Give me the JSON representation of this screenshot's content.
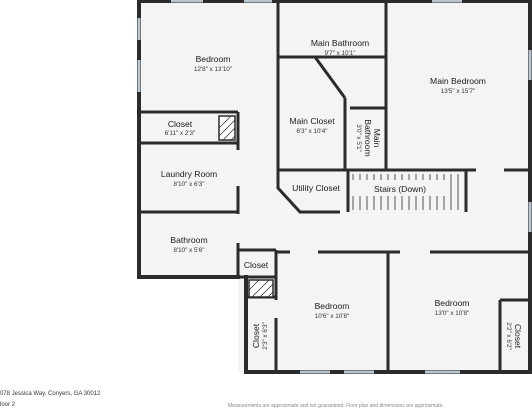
{
  "rooms": {
    "bedroom_nw": {
      "name": "Bedroom",
      "dims": "12'8\" x 13'10\""
    },
    "closet_nw": {
      "name": "Closet",
      "dims": "6'11\" x 2'3\""
    },
    "laundry": {
      "name": "Laundry Room",
      "dims": "8'10\" x 6'3\""
    },
    "bathroom": {
      "name": "Bathroom",
      "dims": "8'10\" x 5'6\""
    },
    "main_bathroom": {
      "name": "Main Bathroom",
      "dims": "9'7\" x 10'1\""
    },
    "main_closet": {
      "name": "Main Closet",
      "dims": "6'3\" x 10'4\""
    },
    "main_bathroom_small": {
      "name_line1": "Main",
      "name_line2": "Bathroom",
      "dims": "3'0\" x 5'1\""
    },
    "main_bedroom": {
      "name": "Main Bedroom",
      "dims": "13'5\" x 15'7\""
    },
    "utility_closet": {
      "name": "Utility Closet"
    },
    "stairs": {
      "name": "Stairs (Down)"
    },
    "closet_center": {
      "name": "Closet"
    },
    "bedroom_s": {
      "name": "Bedroom",
      "dims": "10'6\" x 10'8\""
    },
    "closet_sw": {
      "name": "Closet",
      "dims": "2'3\" x 6'3\""
    },
    "bedroom_se": {
      "name": "Bedroom",
      "dims": "13'0\" x 10'8\""
    },
    "closet_se": {
      "name": "Closet",
      "dims": "2'2\" x 6'2\""
    }
  },
  "footer": {
    "address": "078 Jessica Way, Conyers, GA 30012",
    "floor": "loor 2",
    "disclaimer": "Measurements are approximate and not guaranteed. Floor plan and dimensions are approximate."
  },
  "colors": {
    "wall": "#2b2b2b",
    "floor": "#f4f4f4",
    "window": "#b9c6cf"
  }
}
